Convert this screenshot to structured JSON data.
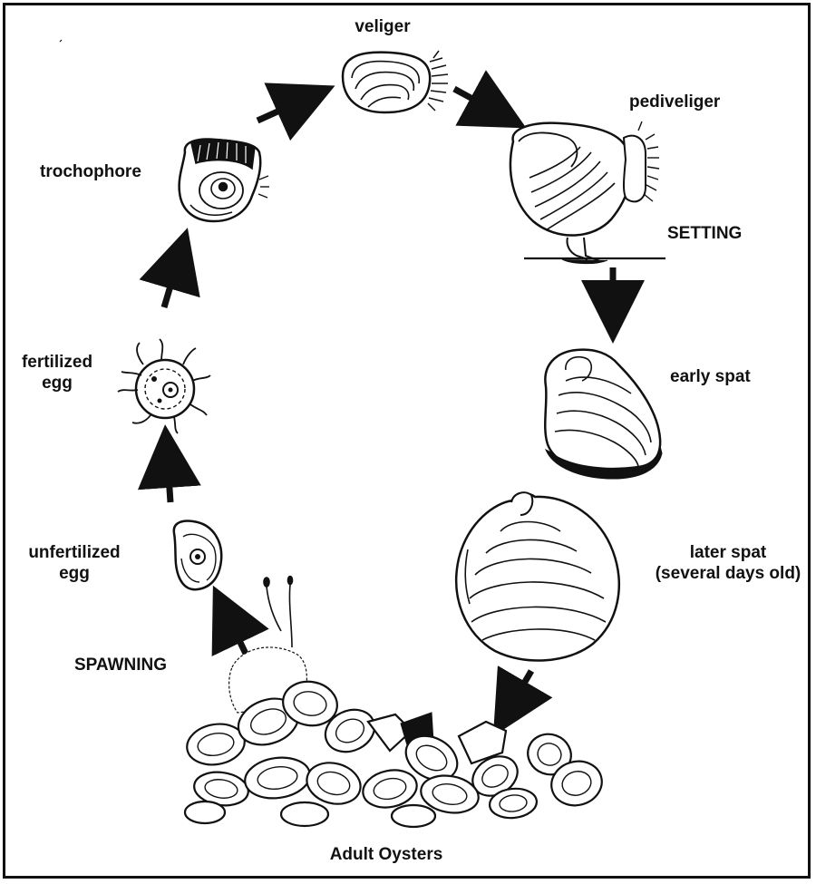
{
  "stages": {
    "veliger": "veliger",
    "pediveliger": "pediveliger",
    "setting": "SETTING",
    "trochophore": "trochophore",
    "fertilized_egg": [
      "fertilized",
      "egg"
    ],
    "early_spat": "early spat",
    "later_spat": [
      "later spat",
      "(several days old)"
    ],
    "unfertilized_egg": [
      "unfertilized",
      "egg"
    ],
    "spawning": "SPAWNING",
    "adult_oysters": "Adult Oysters"
  },
  "colors": {
    "ink": "#111111",
    "paper": "#ffffff"
  }
}
